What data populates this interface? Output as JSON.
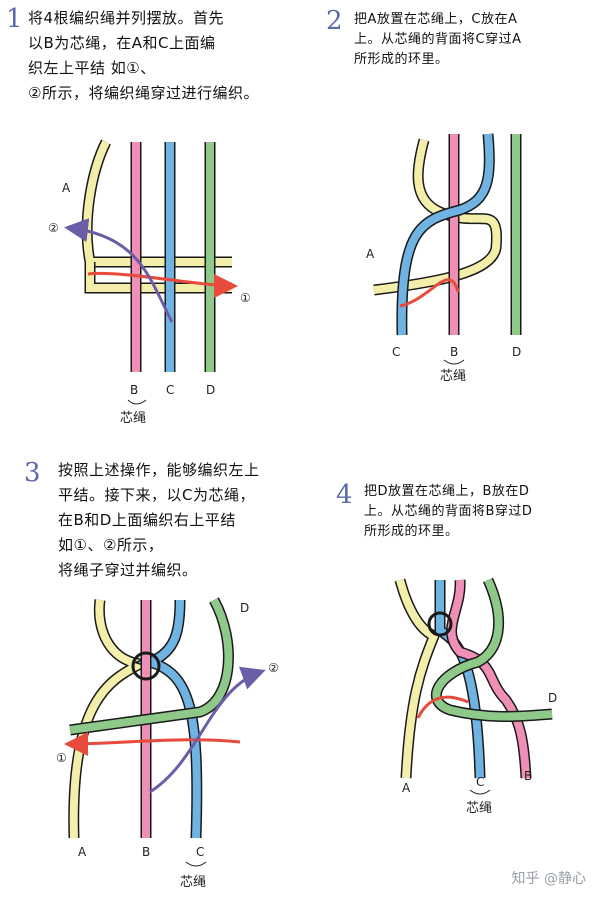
{
  "steps": [
    {
      "number": "1",
      "text": "将4根编织绳并列摆放。首先\n以B为芯绳，在A和C上面编\n织左上平结            如①、\n②所示，将编织绳穿过进行编织。",
      "labels": {
        "a": "A",
        "b": "B",
        "c": "C",
        "d": "D",
        "core": "芯绳",
        "arrow1": "①",
        "arrow2": "②"
      }
    },
    {
      "number": "2",
      "text": "把A放置在芯绳上，C放在A\n上。从芯绳的背面将C穿过A\n所形成的环里。",
      "labels": {
        "a": "A",
        "b": "B",
        "c": "C",
        "d": "D",
        "core": "芯绳"
      }
    },
    {
      "number": "3",
      "text": "按照上述操作，能够编织左上\n平结。接下来，以C为芯绳，\n在B和D上面编织右上平结\n                  如①、②所示，\n将绳子穿过并编织。",
      "labels": {
        "a": "A",
        "b": "B",
        "c": "C",
        "d": "D",
        "core": "芯绳",
        "arrow1": "①",
        "arrow2": "②"
      }
    },
    {
      "number": "4",
      "text": "把D放置在芯绳上，B放在D\n上。从芯绳的背面将B穿过D\n所形成的环里。",
      "labels": {
        "a": "A",
        "b": "B",
        "c": "C",
        "d": "D",
        "core": "芯绳"
      }
    }
  ],
  "watermark": "知乎 @静心",
  "colors": {
    "cord_a": "#f3eeaa",
    "cord_b": "#ef8fb5",
    "cord_c": "#6fb3e3",
    "cord_d": "#8ec98a",
    "outline": "#1a1a1a",
    "arrow_red": "#e84a3c",
    "arrow_purple": "#6b5ea8"
  }
}
